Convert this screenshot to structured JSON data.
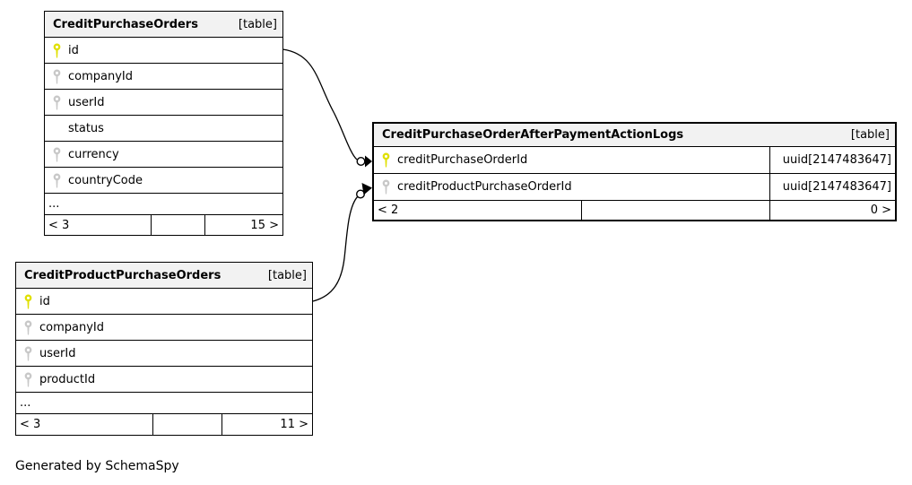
{
  "diagram": {
    "caption": "Generated by SchemaSpy",
    "colors": {
      "primary_key": "#e0e000",
      "foreign_key": "#c8c8c8",
      "header_bg": "#f2f2f2",
      "border": "#000000"
    },
    "tables": [
      {
        "name": "CreditPurchaseOrders",
        "badge": "[table]",
        "columns": [
          {
            "label": "id",
            "key": "primary"
          },
          {
            "label": "companyId",
            "key": "foreign"
          },
          {
            "label": "userId",
            "key": "foreign"
          },
          {
            "label": "status",
            "key": "none"
          },
          {
            "label": "currency",
            "key": "foreign"
          },
          {
            "label": "countryCode",
            "key": "foreign"
          }
        ],
        "ellipsis": "...",
        "footer": {
          "left": "< 3",
          "middle": "",
          "right": "15 >"
        }
      },
      {
        "name": "CreditPurchaseOrderAfterPaymentActionLogs",
        "badge": "[table]",
        "columns": [
          {
            "label": "creditPurchaseOrderId",
            "key": "primary",
            "type": "uuid[2147483647]"
          },
          {
            "label": "creditProductPurchaseOrderId",
            "key": "foreign",
            "type": "uuid[2147483647]"
          }
        ],
        "footer": {
          "left": "< 2",
          "middle": "",
          "right": "0 >"
        }
      },
      {
        "name": "CreditProductPurchaseOrders",
        "badge": "[table]",
        "columns": [
          {
            "label": "id",
            "key": "primary"
          },
          {
            "label": "companyId",
            "key": "foreign"
          },
          {
            "label": "userId",
            "key": "foreign"
          },
          {
            "label": "productId",
            "key": "foreign"
          }
        ],
        "ellipsis": "...",
        "footer": {
          "left": "< 3",
          "middle": "",
          "right": "11 >"
        }
      }
    ]
  }
}
